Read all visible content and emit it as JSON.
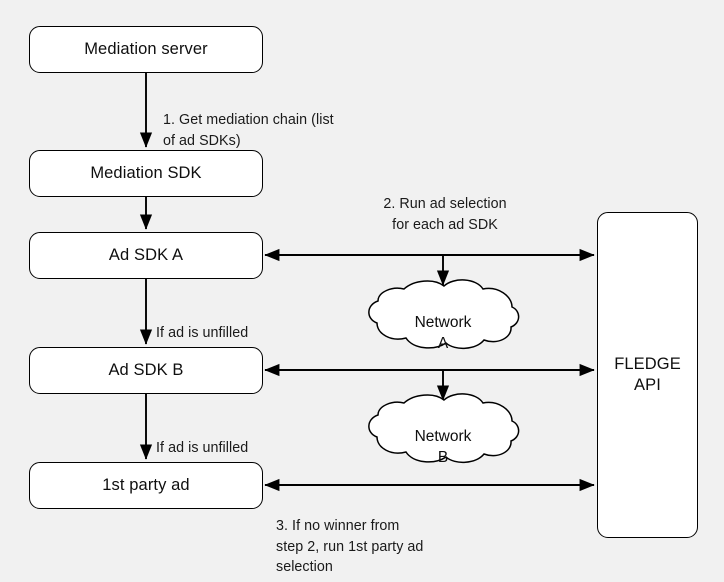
{
  "diagram": {
    "title": "Mediation waterfall with FLEDGE API ad selection",
    "background_color": "#f1f1f1",
    "stroke_color": "#000000",
    "node_fill": "#ffffff",
    "text_color": "#0f0f0f",
    "nodes": [
      {
        "id": "mediation-server",
        "label": "Mediation server",
        "shape": "rounded-rect"
      },
      {
        "id": "mediation-sdk",
        "label": "Mediation SDK",
        "shape": "rounded-rect"
      },
      {
        "id": "ad-sdk-a",
        "label": "Ad SDK A",
        "shape": "rounded-rect"
      },
      {
        "id": "ad-sdk-b",
        "label": "Ad SDK B",
        "shape": "rounded-rect"
      },
      {
        "id": "first-party-ad",
        "label": "1st party ad",
        "shape": "rounded-rect"
      },
      {
        "id": "fledge-api",
        "label": "FLEDGE\nAPI",
        "shape": "rounded-rect-tall"
      },
      {
        "id": "network-a",
        "label": "Network\nA",
        "shape": "cloud"
      },
      {
        "id": "network-b",
        "label": "Network\nB",
        "shape": "cloud"
      }
    ],
    "edge_labels": {
      "step1": "1. Get mediation chain (list\nof ad SDKs)",
      "step2": "2. Run ad selection\nfor each ad SDK",
      "step3": "3. If no winner from\nstep 2, run 1st party ad\nselection",
      "unfilled_a": "If ad is unfilled",
      "unfilled_b": "If ad is unfilled"
    }
  }
}
